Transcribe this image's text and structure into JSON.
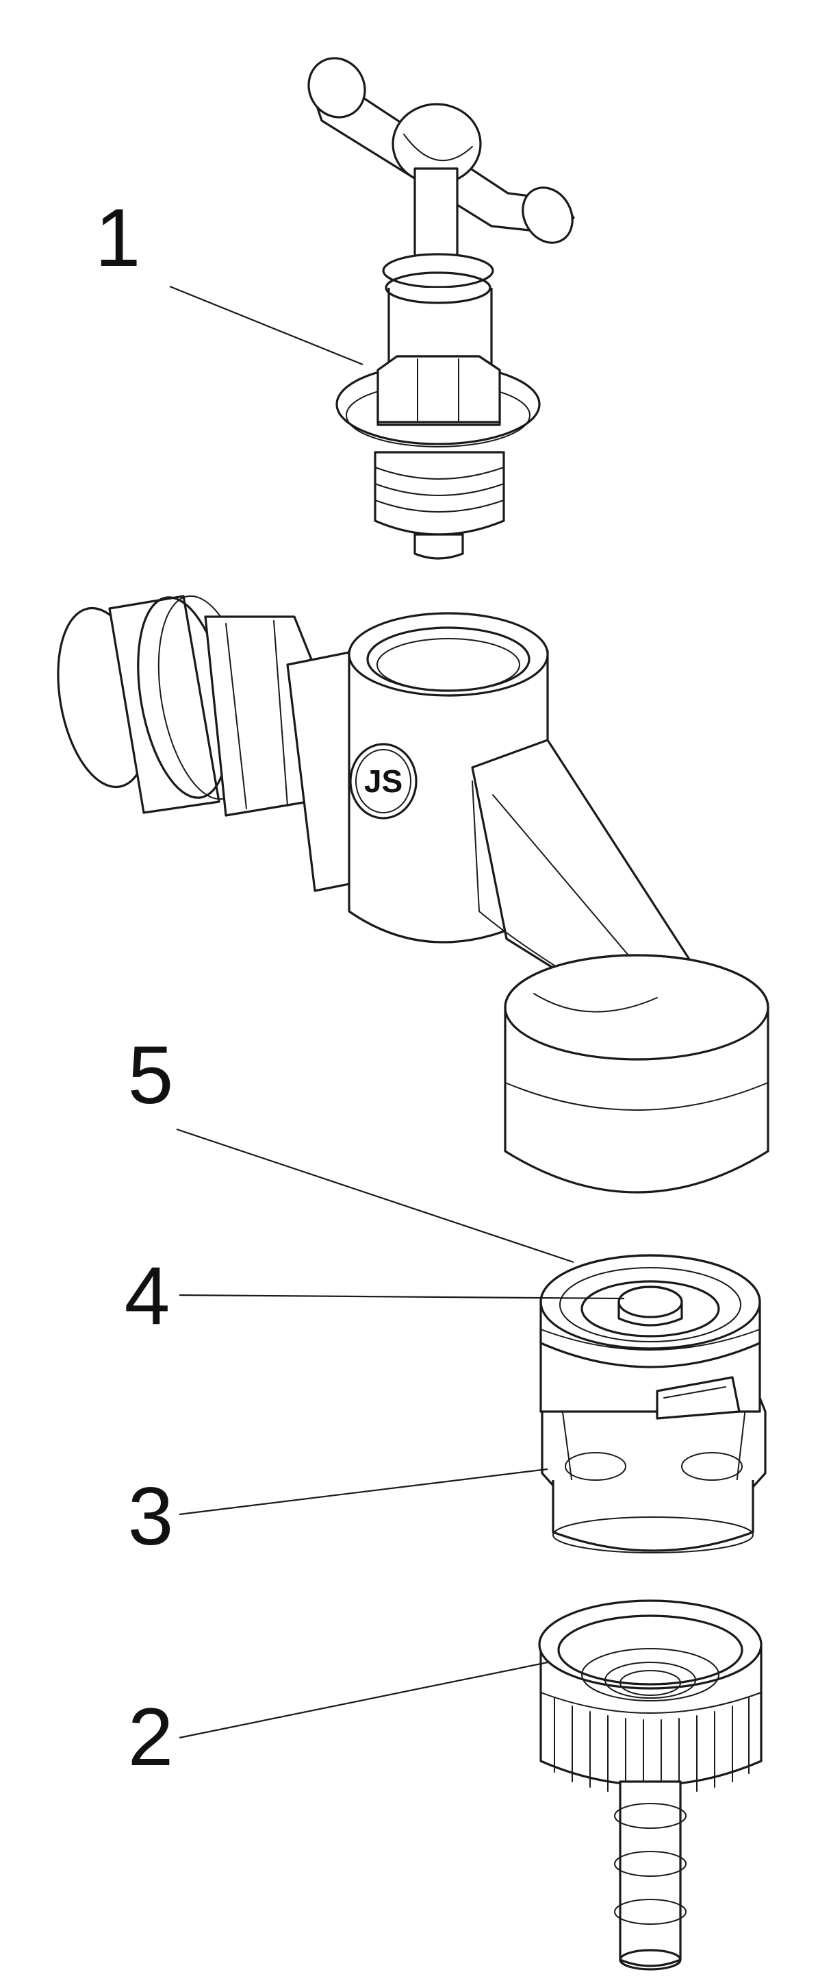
{
  "callouts": [
    {
      "id": "1",
      "label": "1"
    },
    {
      "id": "2",
      "label": "2"
    },
    {
      "id": "3",
      "label": "3"
    },
    {
      "id": "4",
      "label": "4"
    },
    {
      "id": "5",
      "label": "5"
    }
  ],
  "logo": {
    "text": "JS"
  },
  "colors": {
    "line": "#1a1a1a",
    "background": "#ffffff"
  }
}
